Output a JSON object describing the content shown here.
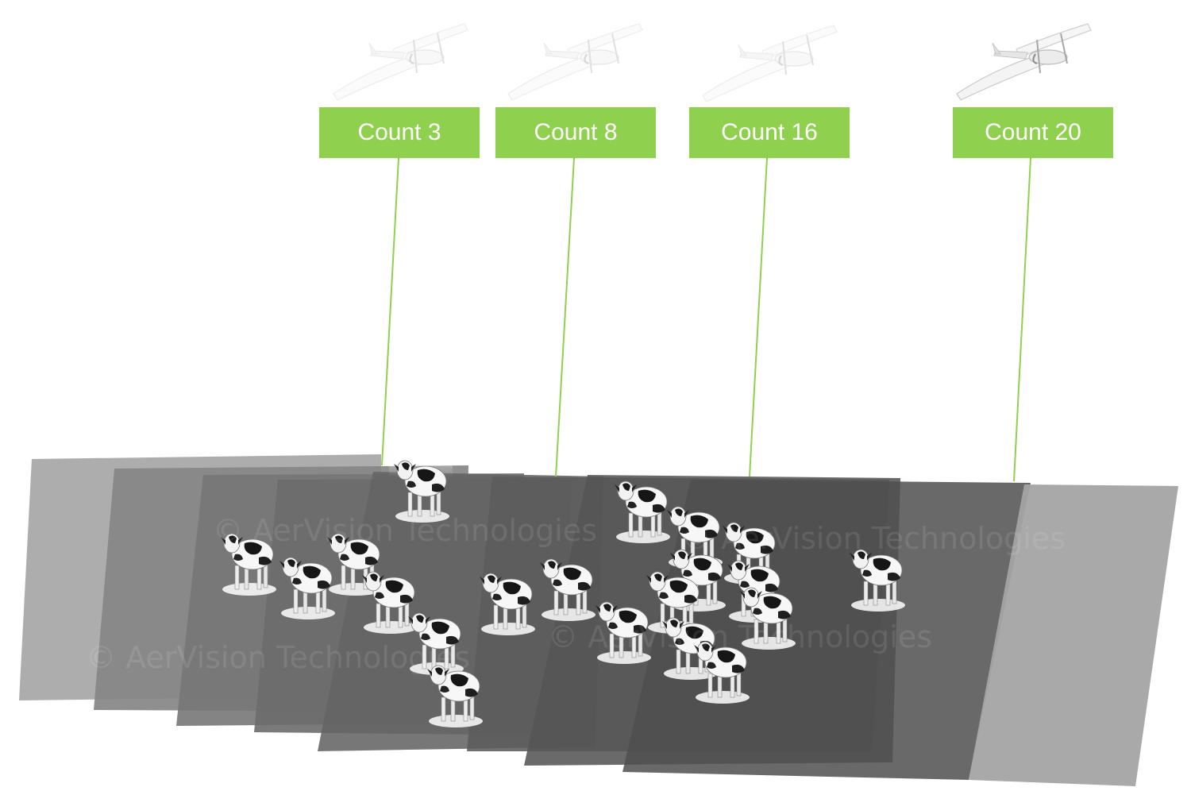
{
  "counts": [
    {
      "label": "Count 3",
      "value": 3,
      "drone_faded": true
    },
    {
      "label": "Count 8",
      "value": 8,
      "drone_faded": true
    },
    {
      "label": "Count 16",
      "value": 16,
      "drone_faded": true
    },
    {
      "label": "Count 20",
      "value": 20,
      "drone_faded": false
    }
  ],
  "watermark": {
    "text_top_left": "© AerVision Technologies",
    "text_top_right": "© AerVision Technologies",
    "text_bottom_left": "© AerVision Technologies",
    "text_bottom_right": "© AerVision Technologies"
  },
  "colors": {
    "accent_green": "#8fd14f",
    "connector_green": "#8fd14f",
    "frame_gray": "#6f6f6f"
  },
  "icons": [
    "drone-icon",
    "cow-icon"
  ]
}
